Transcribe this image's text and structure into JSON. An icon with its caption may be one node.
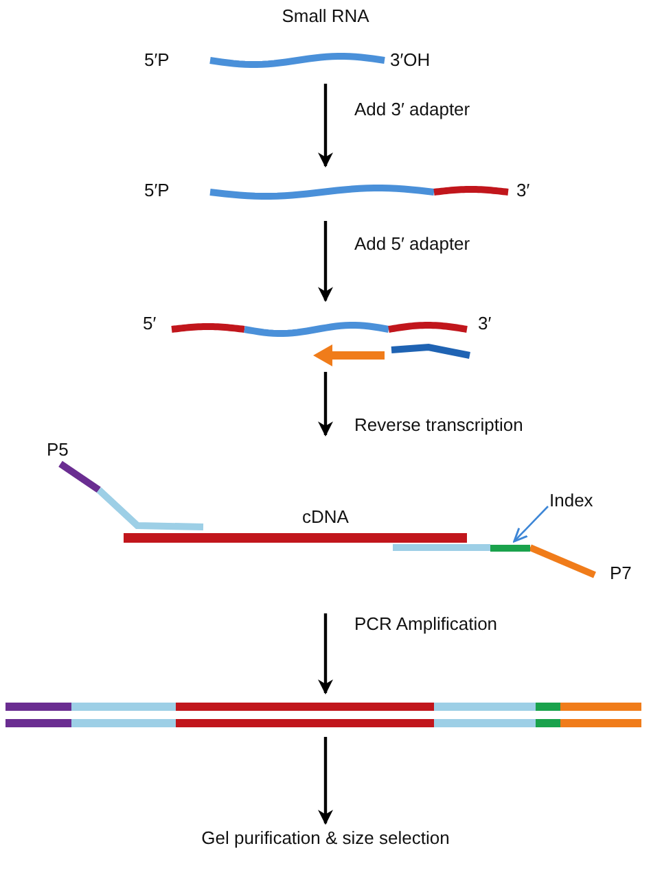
{
  "diagram": {
    "nodes": [
      {
        "text": [
          "Small RNA",
          "5′P",
          "3′OH"
        ]
      },
      {
        "text": [
          "5′P",
          "3′"
        ]
      },
      {
        "text": [
          "5′",
          "3′"
        ]
      },
      {
        "text": [
          "P5",
          "cDNA",
          "P7"
        ]
      },
      {
        "text": [
          "Index"
        ],
        "in": 3
      },
      {
        "text": [],
        "shape": "bar",
        "in": 3
      },
      {
        "text": [],
        "shape": "bar"
      },
      {
        "text": [
          "Gel purification & size selection"
        ]
      }
    ],
    "edges": [
      {
        "from": 0,
        "to": 1,
        "arrow": "to",
        "label": "Add 3′ adapter"
      },
      {
        "from": 1,
        "to": 2,
        "arrow": "to",
        "label": "Add 5′ adapter"
      },
      {
        "from": 2,
        "to": 3,
        "arrow": "to",
        "label": "Reverse transcription"
      },
      {
        "from": 3,
        "to": 6,
        "arrow": "to",
        "label": "PCR Amplification"
      },
      {
        "from": 6,
        "to": 7,
        "arrow": "to"
      },
      {
        "from": 4,
        "to": 5,
        "arrow": "to",
        "color": "#3d86d6"
      }
    ]
  }
}
